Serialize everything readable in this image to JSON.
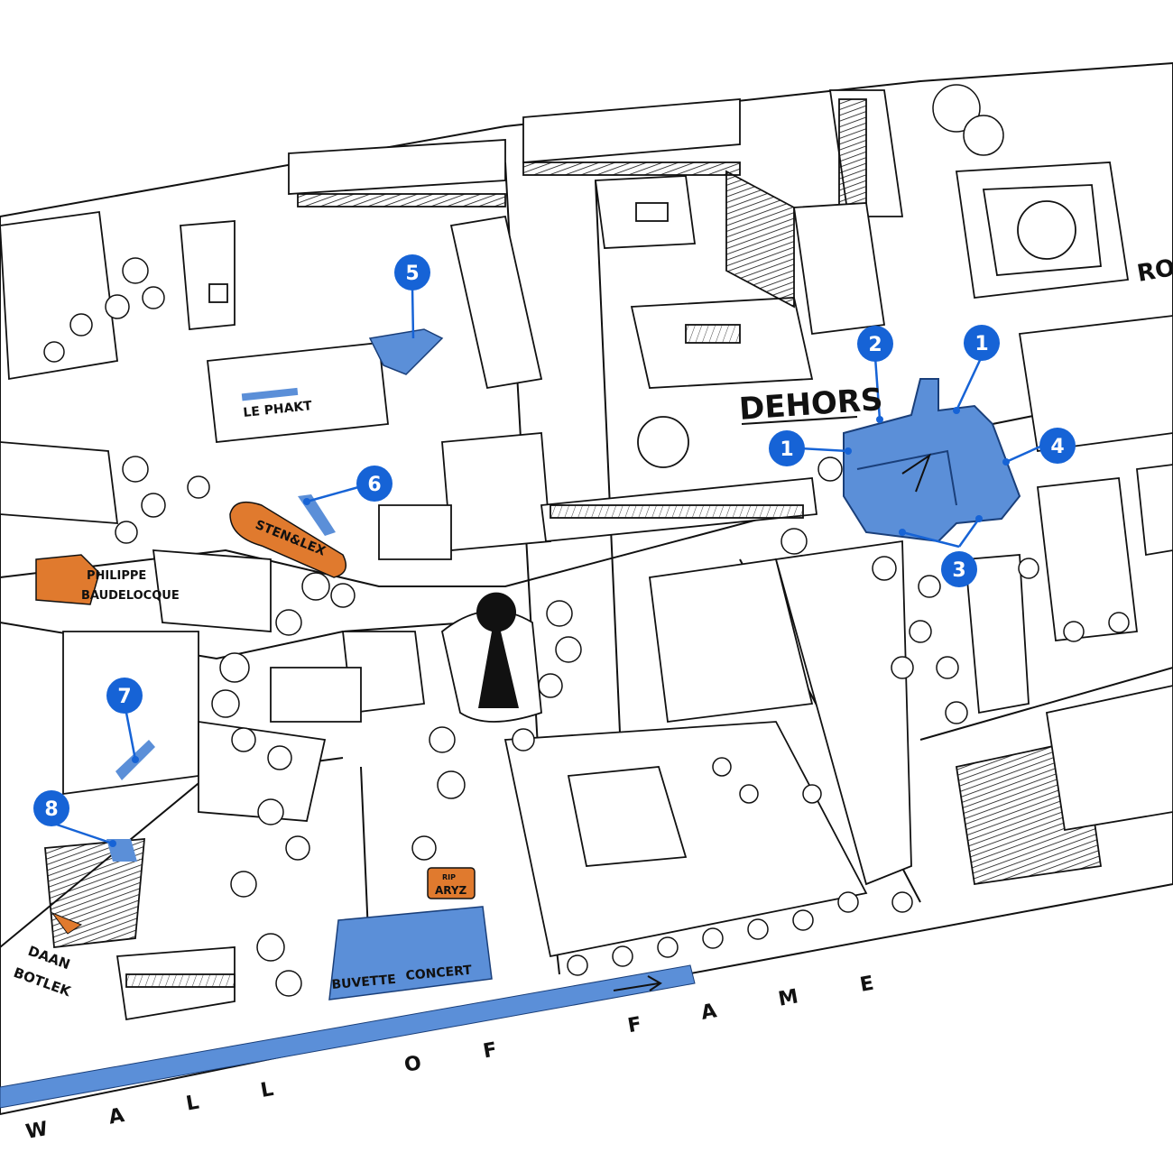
{
  "map": {
    "colors": {
      "accent_blue": "#5b8fd8",
      "marker_blue": "#1663d6",
      "accent_orange": "#e07a2e",
      "ink": "#111111",
      "paper": "#ffffff",
      "keyhole": "#111111"
    },
    "markers": [
      {
        "id": "m1a",
        "label": "1"
      },
      {
        "id": "m1b",
        "label": "1"
      },
      {
        "id": "m2",
        "label": "2"
      },
      {
        "id": "m3",
        "label": "3"
      },
      {
        "id": "m4",
        "label": "4"
      },
      {
        "id": "m5",
        "label": "5"
      },
      {
        "id": "m6",
        "label": "6"
      },
      {
        "id": "m7",
        "label": "7"
      },
      {
        "id": "m8",
        "label": "8"
      }
    ],
    "labels": {
      "dehors": "DEHORS",
      "le_phakt": "LE PHAKT",
      "sten_lex": "STEN&LEX",
      "philippe": "PHILIPPE",
      "baudelocque": "BAUDELOCQUE",
      "daan": "DAAN",
      "botlek": "BOTLEK",
      "buvette": "BUVETTE",
      "concert": "CONCERT",
      "aryz_top": "RIP",
      "aryz": "ARYZ",
      "wall_of_fame": "WALL OF FAME",
      "road_edge": "RO"
    }
  }
}
